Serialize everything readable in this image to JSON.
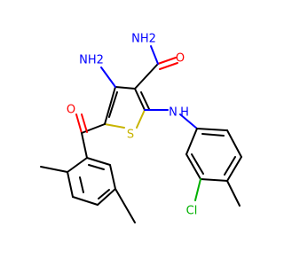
{
  "molecule": {
    "atoms": {
      "amide_nh2": {
        "text": "NH2",
        "color": "#0000ff"
      },
      "amide_o": {
        "text": "O",
        "color": "#ff0000"
      },
      "amino_nh2": {
        "text": "NH2",
        "color": "#0000ff"
      },
      "ketone_o": {
        "text": "O",
        "color": "#ff0000"
      },
      "thiophene_s": {
        "text": "S",
        "color": "#c8b400"
      },
      "amine_n": {
        "text": "N",
        "color": "#0000ff"
      },
      "amine_h": {
        "text": "H",
        "color": "#0000ff"
      },
      "chloro": {
        "text": "Cl",
        "color": "#00b000"
      }
    }
  }
}
